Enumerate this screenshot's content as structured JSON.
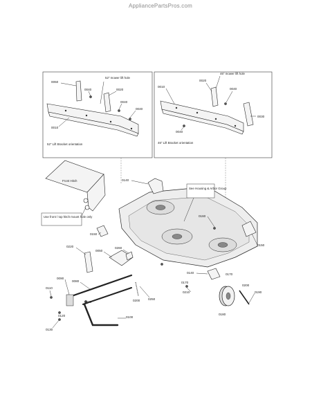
{
  "site": {
    "watermark": "AppliancePartsPros.com"
  },
  "insets": {
    "left": {
      "labels": [
        {
          "id": "0050",
          "text": "0050"
        },
        {
          "id": "0040a",
          "text": "0040"
        },
        {
          "id": "0020",
          "text": "0020"
        },
        {
          "id": "0040b",
          "text": "0040"
        },
        {
          "id": "0040c",
          "text": "0040"
        },
        {
          "id": "0010",
          "text": "0010"
        }
      ],
      "note_hole": "52\" mower lift hole",
      "caption": "52\" Lift Bracket orientation"
    },
    "right": {
      "labels": [
        {
          "id": "0010",
          "text": "0010"
        },
        {
          "id": "0020",
          "text": "0020"
        },
        {
          "id": "0040a",
          "text": "0040"
        },
        {
          "id": "0040b",
          "text": "0040"
        },
        {
          "id": "0030",
          "text": "0030"
        }
      ],
      "note_hole": "46\" mower lift hole",
      "caption": "46\" Lift Bracket orientation"
    }
  },
  "callouts": {
    "front_hitch": "Front Hitch",
    "use_front": "Use front / top hitch mount hole only",
    "see_housing": "See Housing & Arbor Group"
  },
  "main_labels": [
    {
      "id": "0140a",
      "text": "0140"
    },
    {
      "id": "0160",
      "text": "0160"
    },
    {
      "id": "0150a",
      "text": "0150"
    },
    {
      "id": "0150b",
      "text": "0150"
    },
    {
      "id": "0220",
      "text": "0220"
    },
    {
      "id": "0050",
      "text": "0050"
    },
    {
      "id": "0260",
      "text": "0260"
    },
    {
      "id": "0090",
      "text": "0090"
    },
    {
      "id": "0080",
      "text": "0080"
    },
    {
      "id": "0110",
      "text": "0110"
    },
    {
      "id": "0240",
      "text": "0240"
    },
    {
      "id": "0120",
      "text": "0120"
    },
    {
      "id": "0130",
      "text": "0130"
    },
    {
      "id": "0100",
      "text": "0100"
    },
    {
      "id": "0200a",
      "text": "0200"
    },
    {
      "id": "0250",
      "text": "0250"
    },
    {
      "id": "0170a",
      "text": "0170"
    },
    {
      "id": "0140b",
      "text": "0140"
    },
    {
      "id": "0170b",
      "text": "0170"
    },
    {
      "id": "0210",
      "text": "0210"
    },
    {
      "id": "0200b",
      "text": "0200"
    },
    {
      "id": "0190",
      "text": "0190"
    },
    {
      "id": "0180",
      "text": "0180"
    }
  ]
}
